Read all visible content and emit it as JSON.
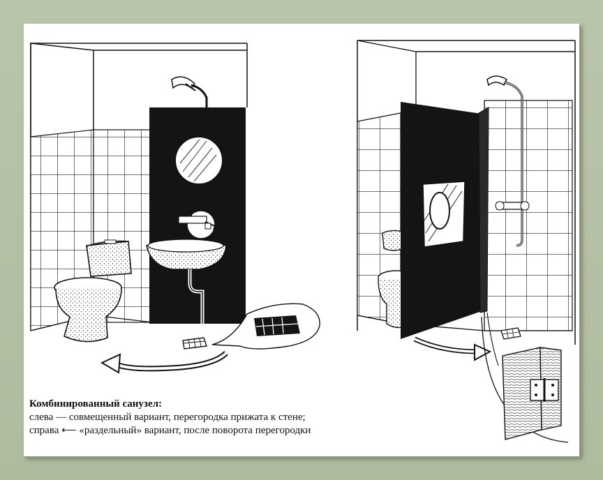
{
  "caption": {
    "title": "Комбинированный санузел:",
    "line1": "слева — совмещенный вариант, перегородка прижата к стене;",
    "line2": "справа ⟵ «раздельный» вариант, после поворота перегородки"
  },
  "colors": {
    "frame": "#b7c3a9",
    "paper": "#ffffff",
    "ink": "#111111",
    "panel": "#141414"
  }
}
